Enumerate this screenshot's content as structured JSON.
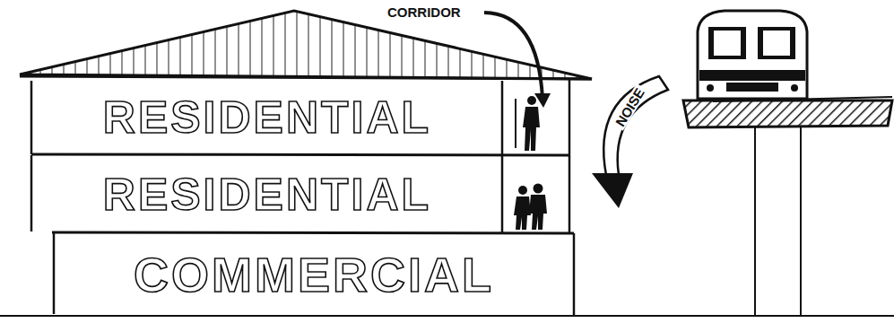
{
  "diagram": {
    "nodes": [
      {
        "text": [
          "RESIDENTIAL"
        ]
      },
      {
        "text": [
          "RESIDENTIAL"
        ]
      },
      {
        "text": [
          "COMMERCIAL"
        ]
      }
    ],
    "labels": [
      "CORRIDOR",
      "NOISE"
    ]
  }
}
